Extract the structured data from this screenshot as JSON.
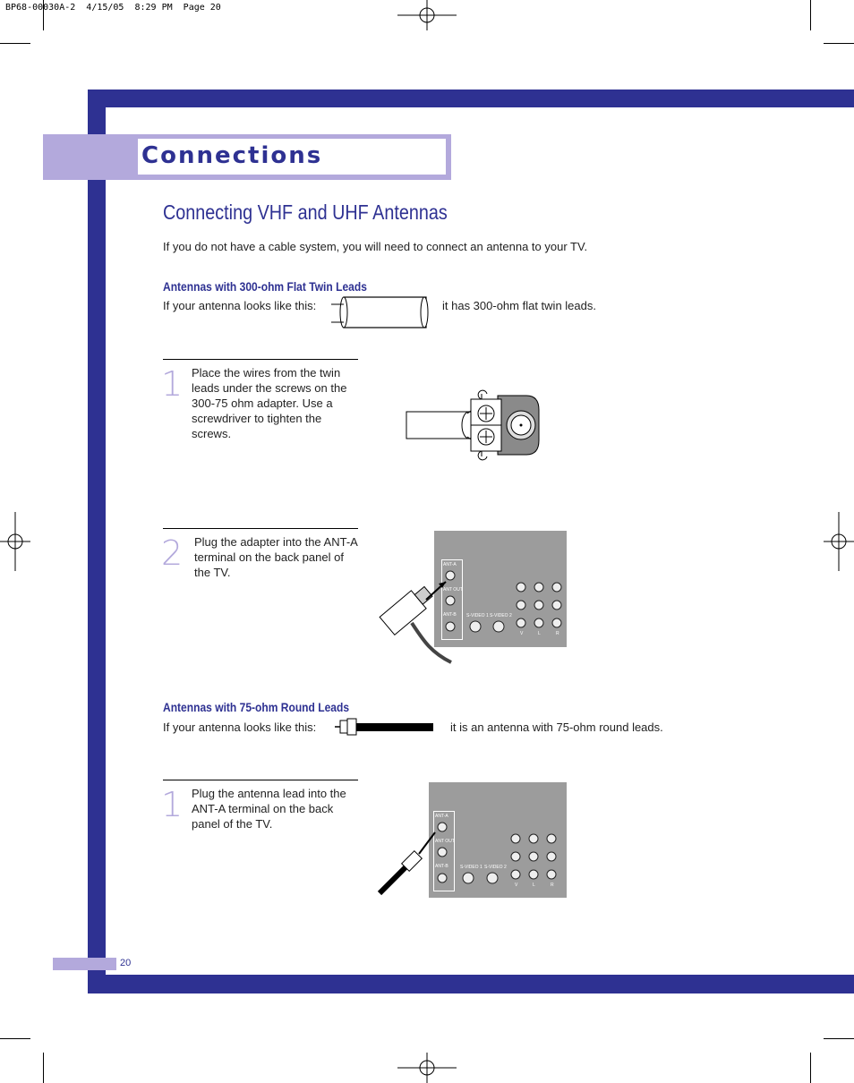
{
  "slug": "BP68-00030A-2  4/15/05  8:29 PM  Page 20",
  "section_title": "Connections",
  "heading": "Connecting VHF and UHF Antennas",
  "intro": "If you do not have a cable system, you will need to connect an antenna to your TV.",
  "flat_leads": {
    "subheading": "Antennas with 300-ohm Flat Twin Leads",
    "lead_in": "If your antenna looks like this:",
    "lead_out": "it has 300-ohm flat twin leads.",
    "steps": [
      {
        "number": "1",
        "text": "Place the wires from the twin leads under the screws on the 300-75 ohm adapter. Use a screwdriver to tighten the screws."
      },
      {
        "number": "2",
        "text": "Plug the adapter into the ANT-A terminal on the back panel of the TV."
      }
    ]
  },
  "round_leads": {
    "subheading": "Antennas with 75-ohm Round Leads",
    "lead_in": "If your antenna looks like this:",
    "lead_out": "it is an antenna with 75-ohm round leads.",
    "steps": [
      {
        "number": "1",
        "text": "Plug the antenna lead into the ANT-A terminal on the back panel of the TV."
      }
    ]
  },
  "panel_labels": {
    "ant_a": "ANT-A",
    "ant_b": "ANT-B",
    "ant_out": "ANT OUT",
    "svideo1": "S-VIDEO 1",
    "svideo2": "S-VIDEO 2",
    "v": "V",
    "l": "L",
    "r": "R"
  },
  "page_number": "20",
  "colors": {
    "brand_blue": "#2e3192",
    "lavender": "#b3a9dc",
    "panel_gray": "#9c9c9c"
  }
}
